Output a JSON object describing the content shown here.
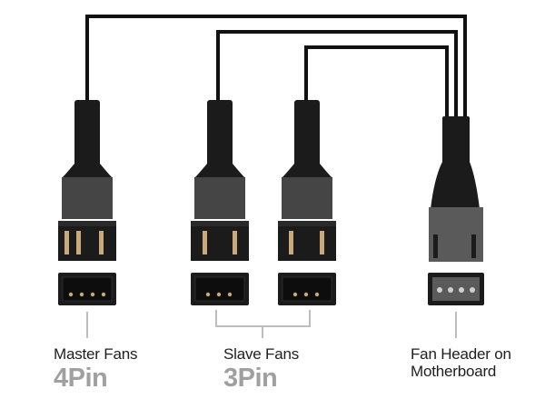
{
  "labels": {
    "master": "Master Fans",
    "master_pin": "4Pin",
    "slave": "Slave Fans",
    "slave_pin": "3Pin",
    "header_line1": "Fan Header on",
    "header_line2": "Motherboard"
  },
  "colors": {
    "cable": "#111111",
    "connector_dark": "#1b1b1b",
    "connector_mid": "#454545",
    "header_grey": "#5a5a5a",
    "pin_gold": "#c9a97a",
    "pin_light": "#cfcfcf",
    "bracket": "#bdbdbd",
    "pin_label": "#a0a0a0"
  },
  "connectors": [
    {
      "name": "master-fan-connector",
      "pins": 4
    },
    {
      "name": "slave-fan-connector-1",
      "pins": 3
    },
    {
      "name": "slave-fan-connector-2",
      "pins": 3
    },
    {
      "name": "fan-header-connector",
      "pins": 4
    }
  ]
}
